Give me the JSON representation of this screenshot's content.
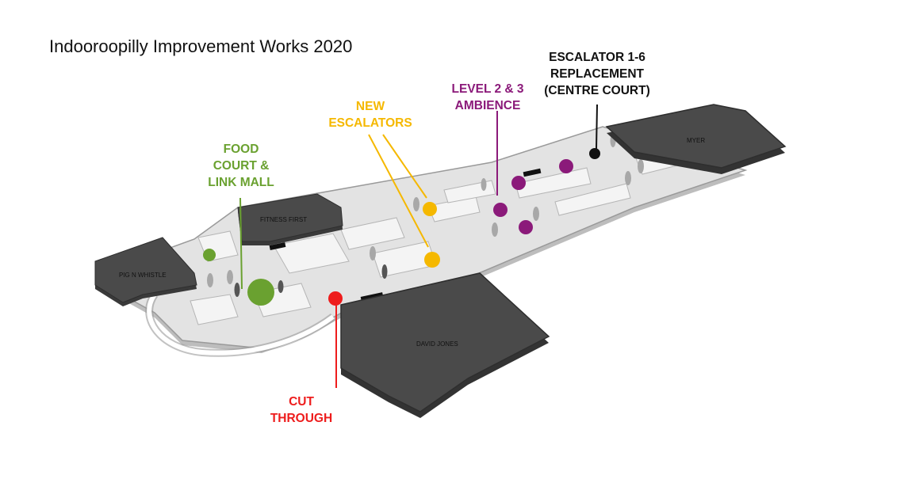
{
  "page": {
    "title": "Indooroopilly Improvement Works 2020"
  },
  "stores": {
    "pig_n_whistle": "PIG N WHISTLE",
    "fitness_first": "FITNESS FIRST",
    "david_jones": "DAVID JONES",
    "myer": "MYER"
  },
  "callouts": {
    "food_court": {
      "text": "FOOD\nCOURT &\nLINK MALL",
      "color": "#6aa130"
    },
    "new_escalators": {
      "text": "NEW\nESCALATORS",
      "color": "#f5b800"
    },
    "level_ambience": {
      "text": "LEVEL 2 & 3\nAMBIENCE",
      "color": "#8b1a7a"
    },
    "escalator_replacement": {
      "text": "ESCALATOR 1-6\nREPLACEMENT\n(CENTRE COURT)",
      "color": "#111111"
    },
    "cut_through": {
      "text": "CUT\nTHROUGH",
      "color": "#ee1c1c"
    }
  },
  "palette": {
    "anchor_store": "#4a4a4a",
    "mall_floor": "#e3e3e3",
    "mall_edge": "#9a9a9a"
  }
}
